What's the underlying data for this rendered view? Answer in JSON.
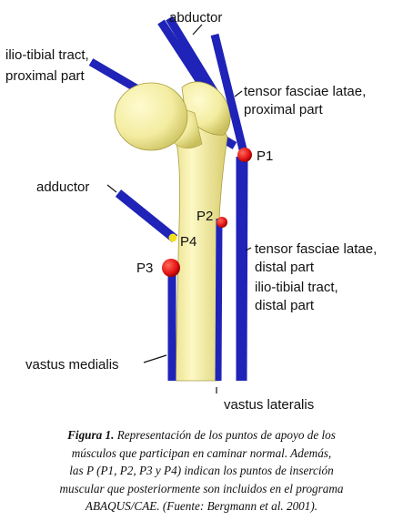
{
  "labels": {
    "abductor": "abductor",
    "iliotibial_proximal_1": "ilio-tibial tract,",
    "iliotibial_proximal_2": "proximal part",
    "tfl_proximal_1": "tensor fasciae latae,",
    "tfl_proximal_2": "proximal part",
    "adductor": "adductor",
    "tfl_distal_1": "tensor fasciae latae,",
    "tfl_distal_2": "distal part",
    "iliotibial_distal_1": "ilio-tibial tract,",
    "iliotibial_distal_2": "distal part",
    "vastus_medialis": "vastus medialis",
    "vastus_lateralis": "vastus lateralis"
  },
  "points": {
    "p1": "P1",
    "p2": "P2",
    "p3": "P3",
    "p4": "P4"
  },
  "colors": {
    "muscle": "#1f23b8",
    "bone": "#f3eca0",
    "insertion_point": "#e01010",
    "p4_point": "#f2e21a"
  },
  "caption": {
    "label": "Figura 1.",
    "line1": " Representación de los puntos de apoyo de los",
    "line2": "músculos que participan en caminar normal. Además,",
    "line3": "las P (P1, P2, P3 y P4) indican los puntos de inserción",
    "line4": "muscular que posteriormente son incluidos en el programa",
    "line5": "ABAQUS/CAE. (Fuente: Bergmann et al. 2001)."
  }
}
